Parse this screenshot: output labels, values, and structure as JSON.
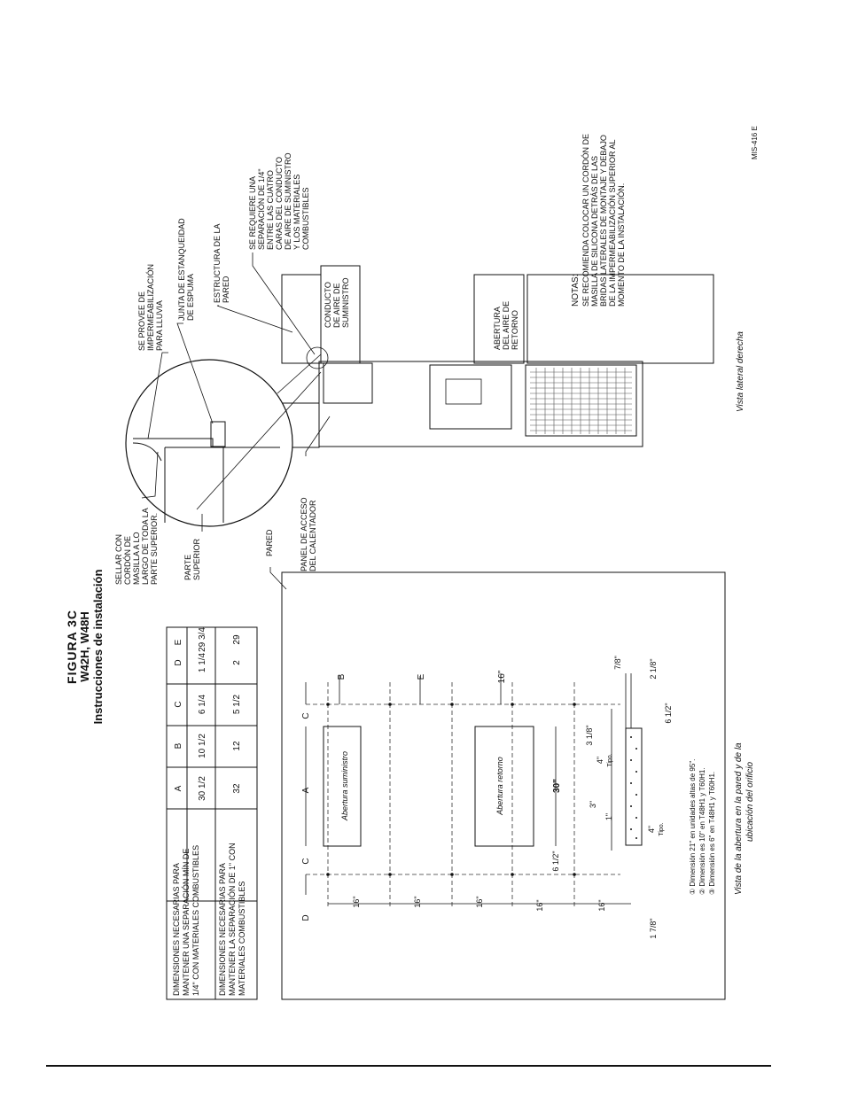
{
  "figure": {
    "label": "FIGURA 3C",
    "models": "W42H, W48H",
    "subtitle": "Instrucciones de instalación"
  },
  "side_view": {
    "caption": "Vista lateral derecha",
    "callouts": {
      "rain_flashing": [
        "SE PROVEE DE",
        "IMPERMEABILIZACIÓN",
        "PARA LLUVIA"
      ],
      "foam_seal": [
        "JUNTA DE ESTANQUEIDAD",
        "DE ESPUMA"
      ],
      "wall_structure": [
        "ESTRUCTURA DE LA",
        "PARED"
      ],
      "clearance": [
        "SE REQUIERE UNA",
        "SEPARACIÓN DE 1/4\"",
        "ENTRE LAS CUATRO",
        "CARAS DEL CONDUCTO",
        "DE AIRE DE SUMINISTRO",
        "Y LOS MATERIALES",
        "COMBUSTIBLES"
      ],
      "seal_caulk": [
        "SELLAR CON",
        "CORDÓN DE",
        "MASILLA A LO",
        "LARGO DE TODA LA",
        "PARTE SUPERIOR."
      ],
      "top": [
        "PARTE",
        "SUPERIOR"
      ],
      "heater_panel": [
        "PANEL DE ACCESO",
        "DEL CALENTADOR"
      ],
      "supply_duct": [
        "CONDUCTO",
        "DE AIRE DE",
        "SUMINISTRO"
      ],
      "return_opening": [
        "ABERTURA",
        "DEL AIRE DE",
        "RETORNO"
      ]
    },
    "notes_title": "NOTAS:",
    "notes": [
      "SE RECOMIENDA COLOCAR UN CORDÓN DE",
      "MASILLA DE SILICONA DETRÁS DE LAS",
      "BRIDAS LATERALES DE MONTAJE Y DEBAJO",
      "DE LA IMPERMEABILIZACIÓN SUPERIOR AL",
      "MOMENTO DE LA INSTALACIÓN."
    ]
  },
  "doc_code": "MIS-416 E",
  "wall_label": "PARED",
  "table": {
    "row_headers": [
      [
        "DIMENSIONES NECESARIAS PARA",
        "MANTENER UNA SEPARACIÓN MÍN DE",
        "1/4\" CON MATERIALES COMBUSTIBLES"
      ],
      [
        "DIMENSIONES NECESARIAS PARA",
        "MANTENER LA SEPARACIÓN DE 1\" CON",
        "MATERIALES COMBUSTIBLES"
      ]
    ],
    "columns": [
      "A",
      "B",
      "C",
      "D",
      "E"
    ],
    "rows": [
      [
        "30 1/2",
        "10 1/2",
        "6 1/4",
        "1 1/4",
        "29 3/4"
      ],
      [
        "32",
        "12",
        "5 1/2",
        "2",
        "29"
      ]
    ]
  },
  "front_view": {
    "caption": [
      "Vista de la abertura en la pared y de la",
      "ubicación del orificio"
    ],
    "supply_label": "Abertura suministro",
    "return_label": "Abertura retorno",
    "dim_letters": {
      "A": "A",
      "B": "B",
      "C": "C",
      "D": "D",
      "E": "E"
    },
    "dims": {
      "d16": "16\"",
      "d30": "30\"",
      "d3": "3\"",
      "d1": "1\"",
      "d4": "4\"",
      "tipo": "Tipo.",
      "six_half": "6 1/2\"",
      "three_eighth": "3 1/8\"",
      "seven_eighth": "7/8\"",
      "two_one": "2 1/8\"",
      "one_seven": "1 7/8\""
    },
    "footnotes": [
      "① Dimensión 21\" en unidades altas de 95\".",
      "② Dimensión es 10\" en T48H1 y T60H1.",
      "③ Dimensión es 6\" en T48H1 y T60H1."
    ]
  }
}
